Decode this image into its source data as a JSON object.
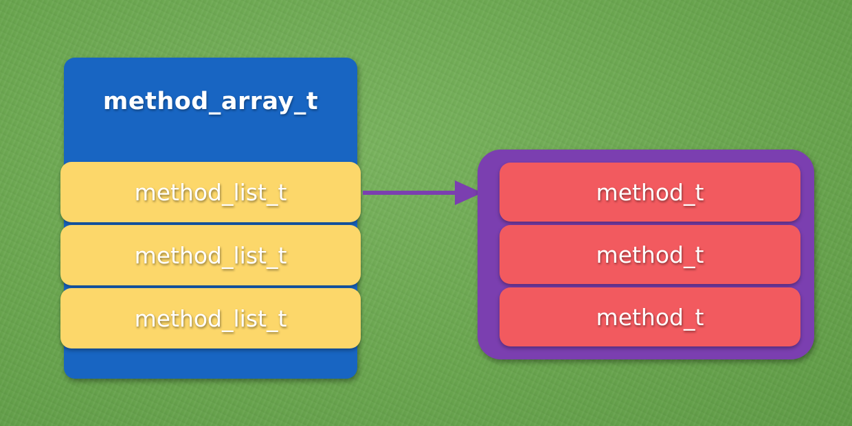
{
  "diagram": {
    "array_title": "method_array_t",
    "lists": [
      {
        "label": "method_list_t"
      },
      {
        "label": "method_list_t"
      },
      {
        "label": "method_list_t"
      }
    ],
    "methods": [
      {
        "label": "method_t"
      },
      {
        "label": "method_t"
      },
      {
        "label": "method_t"
      }
    ]
  },
  "colors": {
    "background": "#6aa64f",
    "array_box": "#1865c2",
    "list_item": "#fcd76a",
    "methods_box": "#7b3fb0",
    "method_item": "#f25a5f",
    "arrow": "#7b3fb0"
  }
}
